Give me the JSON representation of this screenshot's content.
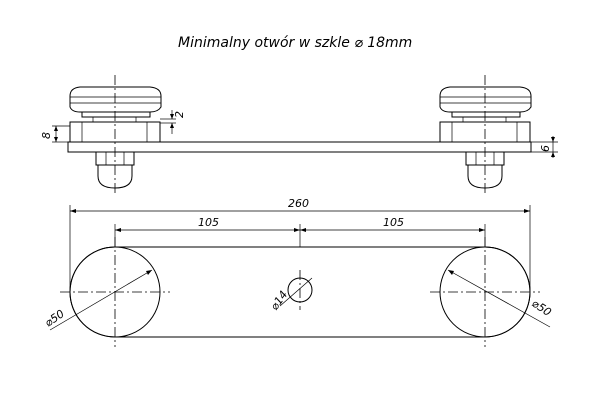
{
  "note": "Minimalny otwór w szkle ⌀ 18mm",
  "dimensions": {
    "overall_length": "260",
    "left_spacing": "105",
    "right_spacing": "105",
    "left_diameter": "⌀50",
    "right_diameter": "⌀50",
    "center_hole": "⌀14",
    "height_left": "8",
    "gap": "2",
    "plate_thickness": "6"
  }
}
